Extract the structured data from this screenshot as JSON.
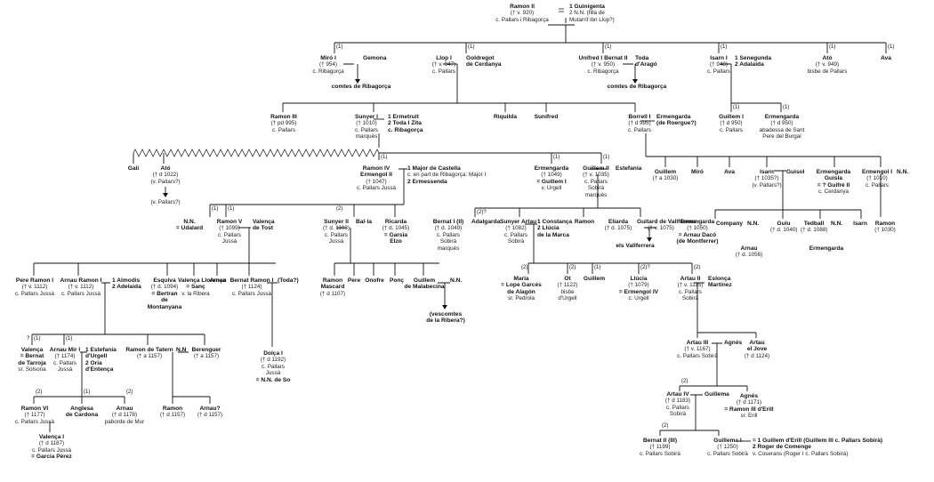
{
  "nodes": [
    {
      "id": "ramon2",
      "title": "Ramon II",
      "lines": [
        "(† v. 920)",
        "c. Pallars i Ribagorça"
      ]
    },
    {
      "id": "sp_ramon2",
      "title": "1 Guinigenta",
      "lines": [
        "2 N.N. (filla de",
        "Mutarrif ibn Llop?)"
      ]
    },
    {
      "id": "miro1",
      "title": "Miró I",
      "lines": [
        "(† 954)",
        "c. Ribagorça"
      ]
    },
    {
      "id": "sp_miro1",
      "title": "Gemona",
      "lines": []
    },
    {
      "id": "comtes_rib1",
      "title": "comtes de Ribagorça",
      "lines": []
    },
    {
      "id": "llop1",
      "title": "Llop I",
      "lines": [
        "(† v. 947)",
        "c. Pallars"
      ]
    },
    {
      "id": "sp_llop1",
      "title": "Goldregot",
      "lines": [
        "de Cerdanya"
      ]
    },
    {
      "id": "unifred",
      "title": "Unifred I Bernat II",
      "lines": [
        "(† v. 950)",
        "c. Ribagorça"
      ]
    },
    {
      "id": "sp_unifred",
      "title": "Toda",
      "lines": [
        "d'Aragó"
      ]
    },
    {
      "id": "comtes_rib2",
      "title": "comtes de Ribagorça",
      "lines": []
    },
    {
      "id": "isarn1",
      "title": "Isarn I",
      "lines": [
        "(† 948)",
        "c. Pallars"
      ]
    },
    {
      "id": "sp_isarn1",
      "title": "1 Senegunda",
      "lines": [
        "2 Adalaida"
      ]
    },
    {
      "id": "ato_top",
      "title": "Ató",
      "lines": [
        "(† v. 949)",
        "bisbe de Pallars"
      ]
    },
    {
      "id": "ava_top",
      "title": "Ava",
      "lines": []
    },
    {
      "id": "ramon3",
      "title": "Ramon III",
      "lines": [
        "(† pd 995)",
        "c. Pallars"
      ]
    },
    {
      "id": "sunyer1",
      "title": "Sunyer I",
      "lines": [
        "(† 1010)",
        "c. Pallars",
        "marquès"
      ]
    },
    {
      "id": "sp_sunyer1",
      "title": "1 Ermetruit",
      "lines": [
        "2 Toda I Zita",
        "c. Ribagorça"
      ]
    },
    {
      "id": "riquilda",
      "title": "Riquilda",
      "lines": []
    },
    {
      "id": "sunifred",
      "title": "Sunifred",
      "lines": []
    },
    {
      "id": "borrell1",
      "title": "Borrell I",
      "lines": [
        "(† d 995)",
        "c. Pallars"
      ]
    },
    {
      "id": "sp_borrell1",
      "title": "Ermengarda",
      "lines": [
        "(de Roergue?)"
      ]
    },
    {
      "id": "guillem_a",
      "title": "Guillem I",
      "lines": [
        "(† d 950)",
        "c. Pallars"
      ]
    },
    {
      "id": "ermengarda_a",
      "title": "Ermengarda",
      "lines": [
        "(† d 950)",
        "abadessa de Sant",
        "Pere del Burgal"
      ]
    },
    {
      "id": "gali",
      "title": "Galí",
      "lines": []
    },
    {
      "id": "ato2",
      "title": "Ató",
      "lines": [
        "(† d 1022)",
        "(v. Pallars?)"
      ]
    },
    {
      "id": "ato2_desc",
      "title": "",
      "lines": [
        "(v. Pallars?)"
      ]
    },
    {
      "id": "ramon4",
      "title": "Ramon IV",
      "lines": [
        "Ermengol II",
        "(† 1047)",
        "c. Pallars Jussà"
      ]
    },
    {
      "id": "sp_ramon4",
      "title": "1 Major de Castella",
      "lines": [
        "c. en part de Ribagorça: Major I",
        "2 Ermessenda"
      ]
    },
    {
      "id": "ermengarda_b",
      "title": "Ermengarda",
      "lines": [
        "(† 1049)",
        "= Guillem I",
        "v. Urgell"
      ]
    },
    {
      "id": "guillem2",
      "title": "Guillem II",
      "lines": [
        "(† v. 1035)",
        "c. Pallars",
        "Sobirà",
        "marquès"
      ]
    },
    {
      "id": "sp_guillem2",
      "title": "Estefania",
      "lines": []
    },
    {
      "id": "guillem_b",
      "title": "Guillem",
      "lines": [
        "(† a 1030)"
      ]
    },
    {
      "id": "miro_b",
      "title": "Miró",
      "lines": []
    },
    {
      "id": "ava_b",
      "title": "Ava",
      "lines": []
    },
    {
      "id": "isarn_b",
      "title": "Isarn",
      "lines": [
        "(† 1035?)",
        "(v. Pallars?)"
      ]
    },
    {
      "id": "sp_isarn_b",
      "title": "Guisol",
      "lines": []
    },
    {
      "id": "ermengarda_c",
      "title": "Ermengarda",
      "lines": [
        "Guisla",
        "= ? Guifré II",
        "c. Cerdanya"
      ]
    },
    {
      "id": "ermengol1",
      "title": "Ermengol I",
      "lines": [
        "(† 1010)",
        "c. Pallars"
      ]
    },
    {
      "id": "sp_ermengol1",
      "title": "N.N.",
      "lines": []
    },
    {
      "id": "nn_udalard",
      "title": "N.N.",
      "lines": [
        "= Udalard"
      ]
    },
    {
      "id": "ramon5",
      "title": "Ramon V",
      "lines": [
        "(† 1099)",
        "c. Pallars",
        "Jussà"
      ]
    },
    {
      "id": "sp_ramon5",
      "title": "Valença",
      "lines": [
        "de Tost"
      ]
    },
    {
      "id": "sunyer2",
      "title": "Sunyer II",
      "lines": [
        "(† d. 1103)",
        "c. Pallars",
        "Jussà"
      ]
    },
    {
      "id": "sp_sunyer2",
      "title": "Bal·la",
      "lines": []
    },
    {
      "id": "ricarda",
      "title": "Ricarda",
      "lines": [
        "(† d. 1045)",
        "= Garsia",
        "Elzo"
      ]
    },
    {
      "id": "bernat2",
      "title": "Bernat I (II)",
      "lines": [
        "(† d. 1049)",
        "c. Pallars",
        "Sobirà",
        "marquès"
      ]
    },
    {
      "id": "sp_bernat2",
      "title": "Adalgarda",
      "lines": []
    },
    {
      "id": "artau1",
      "title": "Sunyer Artau I",
      "lines": [
        "(† 1082)",
        "c. Pallars",
        "Sobirà"
      ]
    },
    {
      "id": "sp_artau1",
      "title": "1 Constança",
      "lines": [
        "2 Llúcia",
        "de la Marca"
      ]
    },
    {
      "id": "ramon_c",
      "title": "Ramon",
      "lines": []
    },
    {
      "id": "eliarda",
      "title": "Eliarda",
      "lines": [
        "(† d. 1075)"
      ]
    },
    {
      "id": "sp_eliarda",
      "title": "Guitard de Vallferrera",
      "lines": [
        "(† v. 1075)"
      ]
    },
    {
      "id": "vallferrera",
      "title": "els Vallferrera",
      "lines": []
    },
    {
      "id": "ermengarda_d",
      "title": "Ermengarda",
      "lines": [
        "(† 1050)",
        "= Arnau Dacó",
        "(de Montferrer)"
      ]
    },
    {
      "id": "company",
      "title": "Company",
      "lines": []
    },
    {
      "id": "sp_company",
      "title": "N.N.",
      "lines": []
    },
    {
      "id": "arnau_c",
      "title": "Arnau",
      "lines": [
        "(† d. 1056)"
      ]
    },
    {
      "id": "guiu",
      "title": "Guiu",
      "lines": [
        "(† d. 1040)"
      ]
    },
    {
      "id": "tedball",
      "title": "Tedball",
      "lines": [
        "(† d. 1088)"
      ]
    },
    {
      "id": "sp_tedball",
      "title": "N.N.",
      "lines": []
    },
    {
      "id": "ermengarda_e",
      "title": "Ermengarda",
      "lines": []
    },
    {
      "id": "isarn_c",
      "title": "Isarn",
      "lines": []
    },
    {
      "id": "ramon_d",
      "title": "Ramon",
      "lines": [
        "(† 1030)"
      ]
    },
    {
      "id": "pere_ramon1",
      "title": "Pere Ramon I",
      "lines": [
        "(† v. 1112)",
        "c. Pallars Jussà"
      ]
    },
    {
      "id": "arnau_ramon1",
      "title": "Arnau Ramon I",
      "lines": [
        "(† v. 1112)",
        "c. Pallars Jussà"
      ]
    },
    {
      "id": "sp_arnau_ramon1",
      "title": "1 Almodis",
      "lines": [
        "2 Adelaida"
      ]
    },
    {
      "id": "esquiva",
      "title": "Esquiva",
      "lines": [
        "(† d. 1094)",
        "= Bertran",
        "de",
        "Montanyana"
      ]
    },
    {
      "id": "valenca_b",
      "title": "Valença Llorença",
      "lines": [
        "= Sanç",
        "v. la Ribera"
      ]
    },
    {
      "id": "arnau_d",
      "title": "Arnau",
      "lines": []
    },
    {
      "id": "bernat_ramon1",
      "title": "Bernat Ramon I",
      "lines": [
        "(† 1124)",
        "c. Pallars Jussà"
      ]
    },
    {
      "id": "sp_bernat_ramon1",
      "title": "(Toda?)",
      "lines": []
    },
    {
      "id": "ramon_mascard",
      "title": "Ramon",
      "lines": [
        "Mascard",
        "(† d 1107)"
      ]
    },
    {
      "id": "pere_b",
      "title": "Pere",
      "lines": []
    },
    {
      "id": "onofre",
      "title": "Onofre",
      "lines": []
    },
    {
      "id": "ponc",
      "title": "Ponç",
      "lines": []
    },
    {
      "id": "guillem_malabecina",
      "title": "Guillem",
      "lines": [
        "de Malabecina"
      ]
    },
    {
      "id": "sp_guillem_malabecina",
      "title": "N.N.",
      "lines": []
    },
    {
      "id": "vescomtes",
      "title": "",
      "lines": [
        "(vescomtes",
        "de la Ribera?)"
      ]
    },
    {
      "id": "maria",
      "title": "Maria",
      "lines": [
        "= Lope Garcés",
        "de Alagón",
        "sr. Pedrola"
      ]
    },
    {
      "id": "ot",
      "title": "Ot",
      "lines": [
        "(† 1122)",
        "bisbe",
        "d'Urgell"
      ]
    },
    {
      "id": "guillem_c",
      "title": "Guillem",
      "lines": []
    },
    {
      "id": "llucia",
      "title": "Llúcia",
      "lines": [
        "(† 1079)",
        "= Ermengol IV",
        "c. Urgell"
      ]
    },
    {
      "id": "artau2",
      "title": "Artau II",
      "lines": [
        "(† v. 1115)",
        "c. Pallars",
        "Sobirà"
      ]
    },
    {
      "id": "sp_artau2",
      "title": "Eslonça",
      "lines": [
        "Martínez"
      ]
    },
    {
      "id": "valenca_c",
      "title": "Valença",
      "lines": [
        "= Bernat",
        "de Tarroja",
        "sr. Solsona"
      ]
    },
    {
      "id": "arnau_mir1",
      "title": "Arnau Mir I",
      "lines": [
        "(† 1174)",
        "c. Pallars",
        "Jussà"
      ]
    },
    {
      "id": "sp_arnau_mir1",
      "title": "1 Estefania",
      "lines": [
        "d'Urgell",
        "2 Oria",
        "d'Entença"
      ]
    },
    {
      "id": "ramon_tatern",
      "title": "Ramon de Tatern",
      "lines": [
        "(† a 1157)"
      ]
    },
    {
      "id": "sp_ramon_tatern",
      "title": "N.N",
      "lines": []
    },
    {
      "id": "berenguer",
      "title": "Berenguer",
      "lines": [
        "(† a 1157)"
      ]
    },
    {
      "id": "dolca",
      "title": "Dolça I",
      "lines": [
        "(† d 1192)",
        "c. Pallars",
        "Jussà",
        "= N.N. de So"
      ]
    },
    {
      "id": "artau3",
      "title": "Artau III",
      "lines": [
        "(† v. 1167)",
        "c. Pallars Sobirà"
      ]
    },
    {
      "id": "sp_artau3",
      "title": "Agnès",
      "lines": []
    },
    {
      "id": "artau_jove",
      "title": "Artau",
      "lines": [
        "el Jove",
        "(† d 1124)"
      ]
    },
    {
      "id": "ramon6",
      "title": "Ramon VI",
      "lines": [
        "(† 1177)",
        "c. Pallars Jussà"
      ]
    },
    {
      "id": "anglesa",
      "title": "Anglesa",
      "lines": [
        "de Cardona"
      ]
    },
    {
      "id": "arnau_e",
      "title": "Arnau",
      "lines": [
        "(† d 1178)",
        "paborde de Mur"
      ]
    },
    {
      "id": "ramon_e",
      "title": "Ramon",
      "lines": [
        "(† d 1157)"
      ]
    },
    {
      "id": "arnau_f",
      "title": "Arnau?",
      "lines": [
        "(† d 1157)"
      ]
    },
    {
      "id": "valenca_d",
      "title": "Valença I",
      "lines": [
        "(† d 1187)",
        "c. Pallars Jussà",
        "= Garcia Pérez"
      ]
    },
    {
      "id": "artau4",
      "title": "Artau IV",
      "lines": [
        "(† d 1183)",
        "c. Pallars",
        "Sobirà"
      ]
    },
    {
      "id": "sp_artau4",
      "title": "Guillema",
      "lines": []
    },
    {
      "id": "agnes_b",
      "title": "Agnès",
      "lines": [
        "(† d 1171)",
        "= Ramon III d'Erill",
        "sr. Erill"
      ]
    },
    {
      "id": "bernat3",
      "title": "Bernat II (III)",
      "lines": [
        "(† 1199)",
        "c. Pallars Sobirà"
      ]
    },
    {
      "id": "guillema1",
      "title": "Guillema I",
      "lines": [
        "(† 1250)",
        "c. Pallars Sobirà"
      ]
    },
    {
      "id": "sp_guillema1",
      "title": "",
      "lines": [
        "= 1 Guillem d'Erill (Guillem III c. Pallars Sobirà)",
        "2 Roger de Comenge",
        "v. Coserans (Roger I c. Pallars Sobirà)"
      ]
    }
  ],
  "tags": {
    "t1": "(1)",
    "t2": "(1)",
    "t3": "(1)",
    "t4": "(1)",
    "t5": "(1)",
    "t6": "(1)",
    "t7": "(1)",
    "t8": "(1)",
    "t9": "(1)",
    "t10": "(1)",
    "t11": "(1)",
    "t12": "(1)",
    "t13": "(1)",
    "t14": "(2)",
    "t15": "(2)?",
    "t16": "(2)",
    "t17": "(2)",
    "t18": "(1)",
    "t19": "(2)?",
    "t20": "(2)",
    "t21": "?",
    "t22": "(1)",
    "t23": "(1)",
    "t24": "(2)",
    "t25": "(2)",
    "t26": "(1)",
    "t27": "(2)",
    "t28": "(2)"
  }
}
